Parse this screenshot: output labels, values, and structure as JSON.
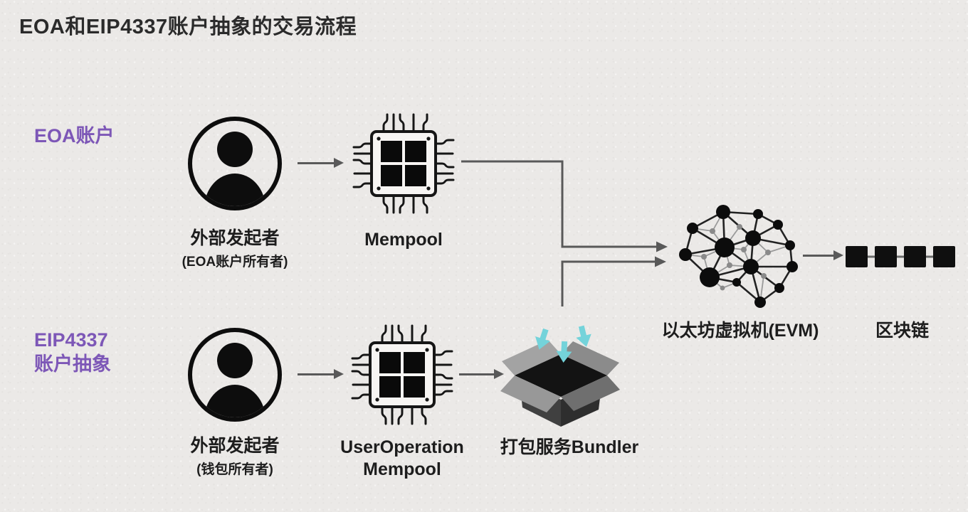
{
  "title": "EOA和EIP4337账户抽象的交易流程",
  "eoa_row": {
    "label": "EOA账户",
    "actor_name": "外部发起者",
    "actor_sub": "(EOA账户所有者)",
    "mempool_label": "Mempool"
  },
  "aa_row": {
    "label_line1": "EIP4337",
    "label_line2": "账户抽象",
    "actor_name": "外部发起者",
    "actor_sub": "(钱包所有者)",
    "mempool_label_line1": "UserOperation",
    "mempool_label_line2": "Mempool",
    "bundler_label": "打包服务Bundler"
  },
  "evm_label": "以太坊虚拟机(EVM)",
  "blockchain_label": "区块链",
  "icons": {
    "actor": "user-avatar-icon",
    "mempool": "chip-icon",
    "bundler": "open-box-icon",
    "evm": "network-graph-icon",
    "blockchain": "linked-blocks-icon"
  },
  "colors": {
    "background": "#ebe9e7",
    "ink": "#1d1d1d",
    "accent_purple": "#7d57b7",
    "arrow_gray": "#595959",
    "cyan_arrow": "#74d3da"
  }
}
